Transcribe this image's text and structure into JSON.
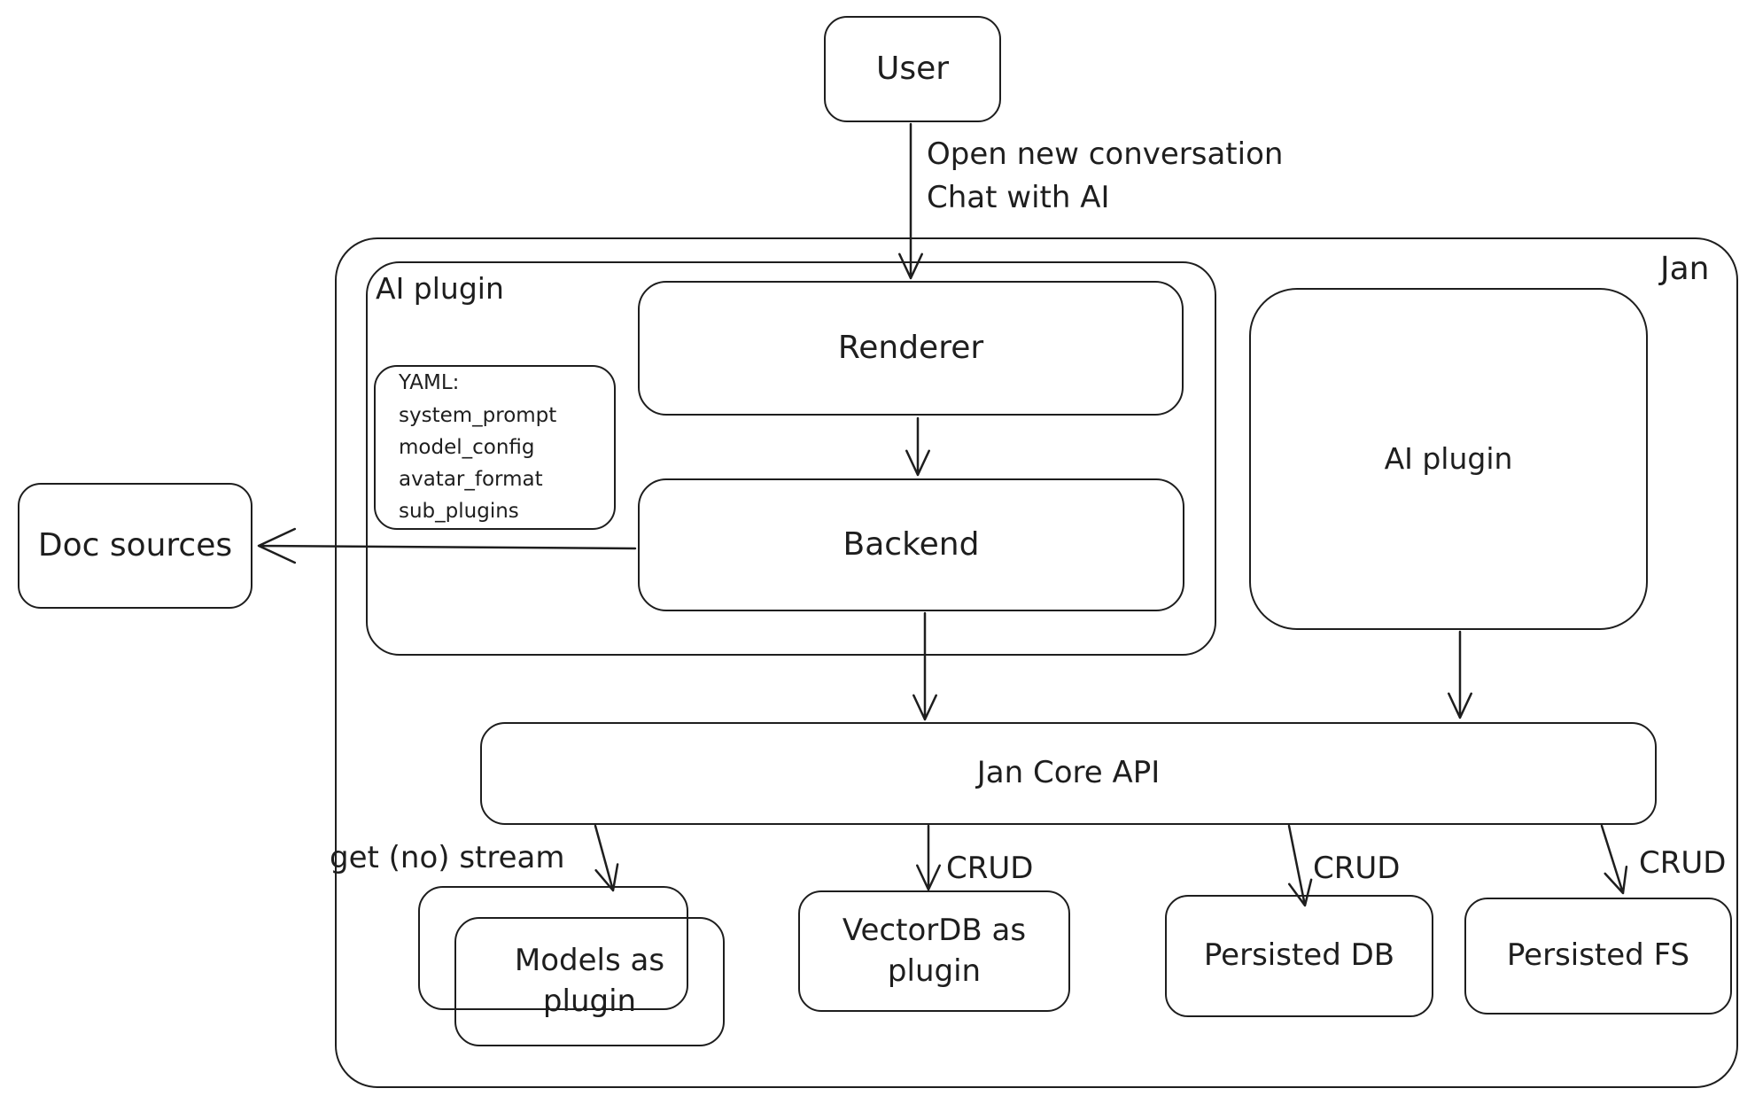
{
  "colors": {
    "stroke": "#1e1e1e",
    "background": "#ffffff"
  },
  "nodes": {
    "user": "User",
    "jan": "Jan",
    "ai_plugin_left": "AI plugin",
    "renderer": "Renderer",
    "yaml_note": "YAML:\nsystem_prompt\nmodel_config\navatar_format\nsub_plugins",
    "backend": "Backend",
    "doc_sources": "Doc sources",
    "ai_plugin_right": "AI plugin",
    "jan_core_api": "Jan Core API",
    "models_plugin": "Models as\nplugin",
    "vectordb_plugin": "VectorDB as\nplugin",
    "persisted_db": "Persisted DB",
    "persisted_fs": "Persisted FS"
  },
  "edges": [
    {
      "from": "User",
      "to": "Renderer",
      "label": "Open new conversation\nChat with AI"
    },
    {
      "from": "Renderer",
      "to": "Backend",
      "label": ""
    },
    {
      "from": "Backend",
      "to": "Doc sources",
      "label": ""
    },
    {
      "from": "Backend",
      "to": "Jan Core API",
      "label": ""
    },
    {
      "from": "AI plugin",
      "to": "Jan Core API",
      "label": ""
    },
    {
      "from": "Jan Core API",
      "to": "Models as plugin",
      "label": "get (no) stream"
    },
    {
      "from": "Jan Core API",
      "to": "VectorDB as plugin",
      "label": "CRUD"
    },
    {
      "from": "Jan Core API",
      "to": "Persisted DB",
      "label": "CRUD"
    },
    {
      "from": "Jan Core API",
      "to": "Persisted FS",
      "label": "CRUD"
    }
  ]
}
